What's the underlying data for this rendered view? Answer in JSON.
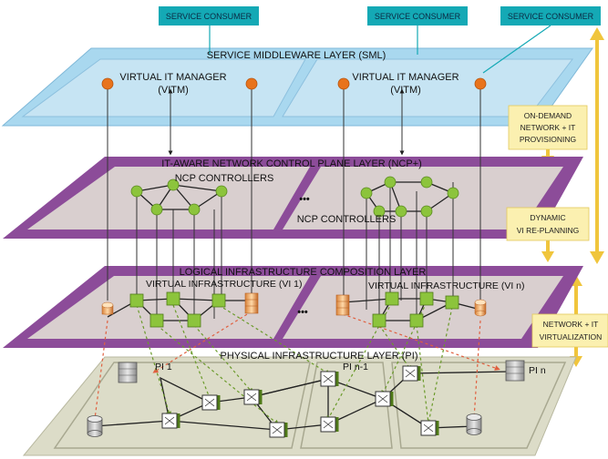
{
  "consumers": [
    "SERVICE CONSUMER",
    "SERVICE CONSUMER",
    "SERVICE CONSUMER"
  ],
  "sml": {
    "title": "SERVICE MIDDLEWARE LAYER (SML)",
    "vitm_line1": "VIRTUAL IT MANAGER",
    "vitm_line2": "(VITM)"
  },
  "ncp": {
    "title": "IT-AWARE NETWORK CONTROL PLANE LAYER (NCP+)",
    "controllers": "NCP CONTROLLERS",
    "ellipsis": "•••"
  },
  "lic": {
    "title": "LOGICAL INFRASTRUCTURE COMPOSITION LAYER",
    "vi1": "VIRTUAL INFRASTRUCTURE (VI 1)",
    "vin": "VIRTUAL INFRASTRUCTURE (VI n)",
    "ellipsis": "•••"
  },
  "pi": {
    "title": "PHYSICAL INFRASTRUCTURE LAYER (PI)",
    "pi1": "PI 1",
    "pin1": "PI n-1",
    "pin": "PI n"
  },
  "side": {
    "box1": [
      "ON-DEMAND",
      "NETWORK + IT",
      "PROVISIONING"
    ],
    "box2": [
      "DYNAMIC",
      "VI RE-PLANNING"
    ],
    "box3": [
      "NETWORK + IT",
      "VIRTUALIZATION"
    ]
  },
  "colors": {
    "consumer": "#14a9b5",
    "sml": "#a9d8ef",
    "ncp": "#8c4c99",
    "ncp_inner": "#d9cfcf",
    "lic": "#8c4c99",
    "pi": "#dcdcc8",
    "arrow": "#f0c53c",
    "side_box": "#fbf0b0",
    "node_green": "#8cc43c",
    "vitm_dot": "#e8731c",
    "red_dash": "#e06040",
    "green_dash": "#6a9a2a"
  }
}
